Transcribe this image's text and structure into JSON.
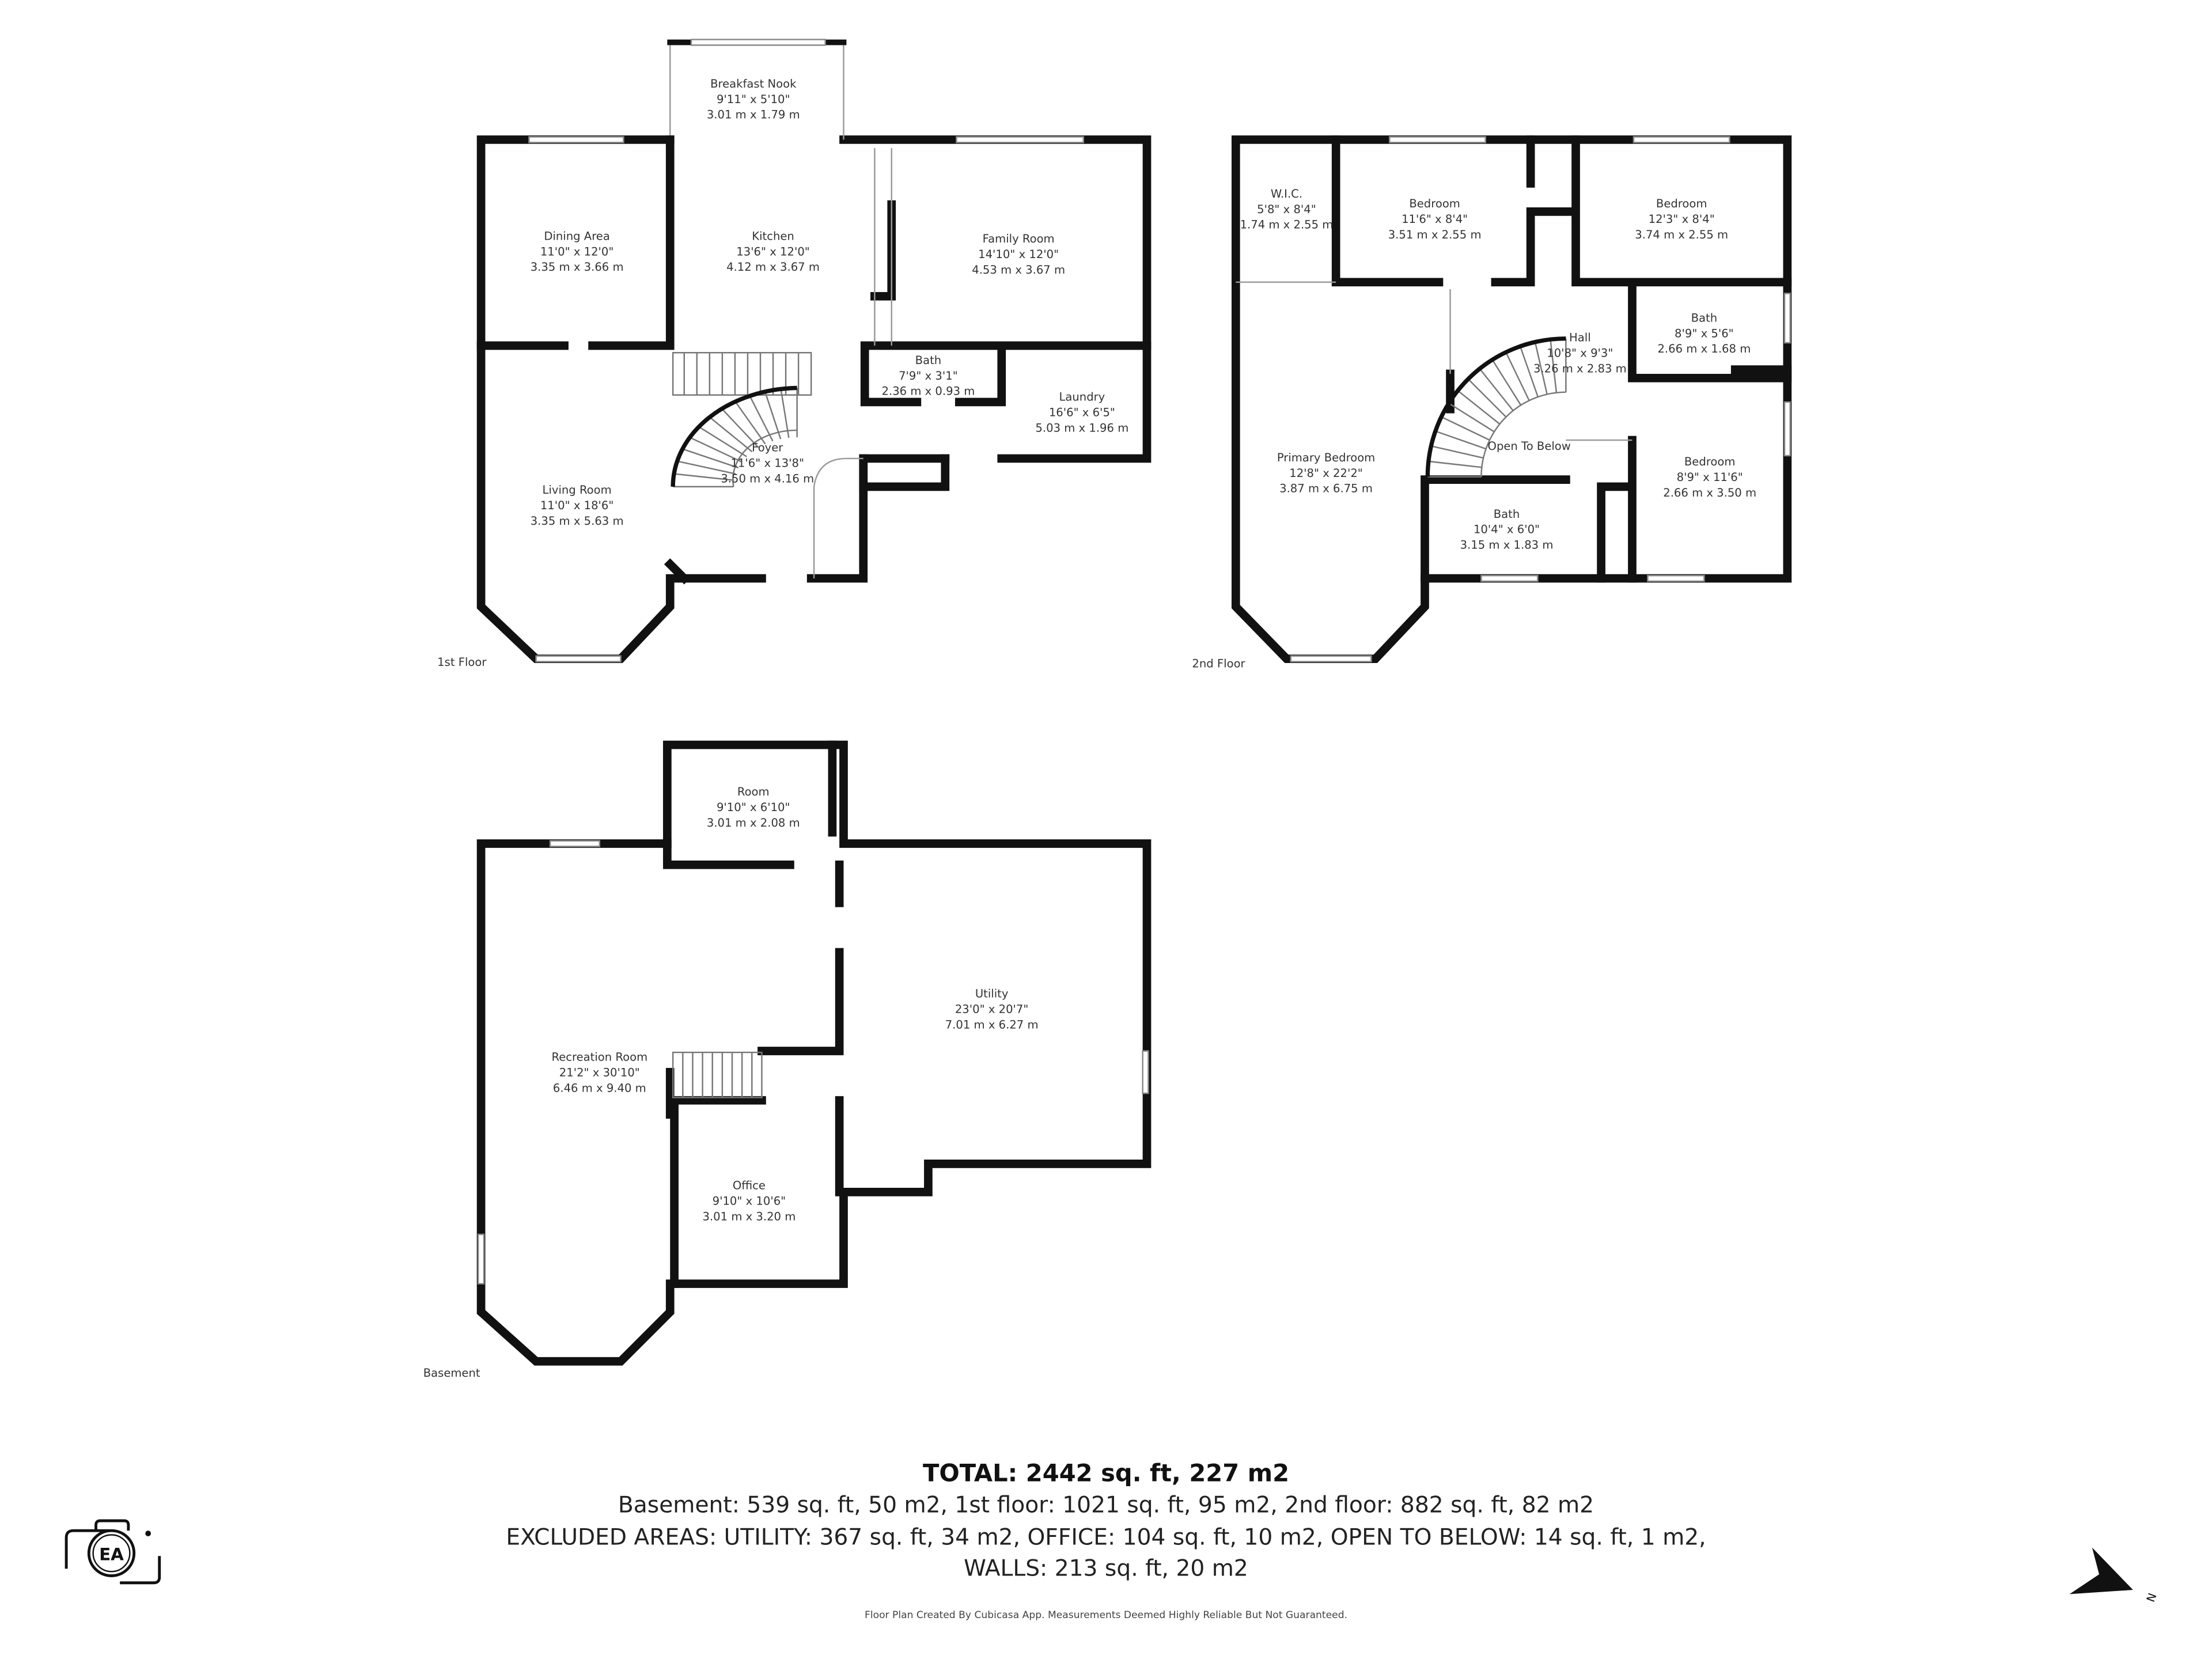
{
  "floors": [
    {
      "label": "1st Floor",
      "rooms": [
        {
          "name": "Breakfast Nook",
          "imperial": "9'11\" x 5'10\"",
          "metric": "3.01 m x 1.79 m"
        },
        {
          "name": "Dining Area",
          "imperial": "11'0\" x 12'0\"",
          "metric": "3.35 m x 3.66 m"
        },
        {
          "name": "Kitchen",
          "imperial": "13'6\" x 12'0\"",
          "metric": "4.12 m x 3.67 m"
        },
        {
          "name": "Family Room",
          "imperial": "14'10\" x 12'0\"",
          "metric": "4.53 m x 3.67 m"
        },
        {
          "name": "Bath",
          "imperial": "7'9\" x 3'1\"",
          "metric": "2.36 m x 0.93 m"
        },
        {
          "name": "Laundry",
          "imperial": "16'6\" x 6'5\"",
          "metric": "5.03 m x 1.96 m"
        },
        {
          "name": "Foyer",
          "imperial": "11'6\" x 13'8\"",
          "metric": "3.50 m x 4.16 m"
        },
        {
          "name": "Living Room",
          "imperial": "11'0\" x 18'6\"",
          "metric": "3.35 m x 5.63 m"
        }
      ]
    },
    {
      "label": "2nd Floor",
      "rooms": [
        {
          "name": "W.I.C.",
          "imperial": "5'8\" x 8'4\"",
          "metric": "1.74 m x 2.55 m"
        },
        {
          "name": "Bedroom",
          "imperial": "11'6\" x 8'4\"",
          "metric": "3.51 m x 2.55 m"
        },
        {
          "name": "Bedroom",
          "imperial": "12'3\" x 8'4\"",
          "metric": "3.74 m x 2.55 m"
        },
        {
          "name": "Bath",
          "imperial": "8'9\" x 5'6\"",
          "metric": "2.66 m x 1.68 m"
        },
        {
          "name": "Hall",
          "imperial": "10'8\" x 9'3\"",
          "metric": "3.26 m x 2.83 m"
        },
        {
          "name": "Primary Bedroom",
          "imperial": "12'8\" x 22'2\"",
          "metric": "3.87 m x 6.75 m"
        },
        {
          "name": "Open To Below",
          "imperial": "",
          "metric": ""
        },
        {
          "name": "Bedroom",
          "imperial": "8'9\" x 11'6\"",
          "metric": "2.66 m x 3.50 m"
        },
        {
          "name": "Bath",
          "imperial": "10'4\" x 6'0\"",
          "metric": "3.15 m x 1.83 m"
        }
      ]
    },
    {
      "label": "Basement",
      "rooms": [
        {
          "name": "Room",
          "imperial": "9'10\" x 6'10\"",
          "metric": "3.01 m x 2.08 m"
        },
        {
          "name": "Utility",
          "imperial": "23'0\" x 20'7\"",
          "metric": "7.01 m x 6.27 m"
        },
        {
          "name": "Recreation Room",
          "imperial": "21'2\" x 30'10\"",
          "metric": "6.46 m x 9.40 m"
        },
        {
          "name": "Office",
          "imperial": "9'10\" x 10'6\"",
          "metric": "3.01 m x 3.20 m"
        }
      ]
    }
  ],
  "summary": {
    "total": "TOTAL: 2442 sq. ft, 227 m2",
    "line1": "Basement: 539 sq. ft, 50 m2, 1st floor: 1021 sq. ft, 95 m2, 2nd floor: 882 sq. ft, 82 m2",
    "line2": "EXCLUDED AREAS: UTILITY: 367 sq. ft, 34 m2, OFFICE: 104 sq. ft, 10 m2, OPEN TO BELOW: 14 sq. ft, 1 m2,",
    "line3": "WALLS: 213 sq. ft, 20 m2",
    "disclaimer": "Floor Plan Created By Cubicasa App. Measurements Deemed Highly Reliable But Not Guaranteed."
  },
  "logo": {
    "text": "EA",
    "icon": "camera-icon"
  },
  "compass": {
    "label": "N",
    "icon": "north-arrow-icon"
  }
}
